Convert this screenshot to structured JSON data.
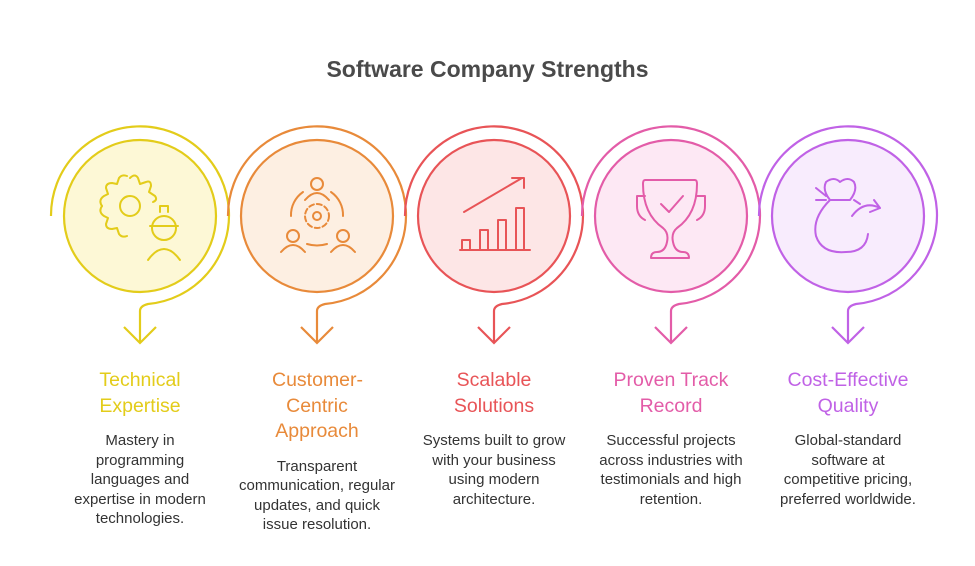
{
  "title": "Software Company Strengths",
  "items": [
    {
      "title": "Technical Expertise",
      "description": "Mastery in programming languages and expertise in modern technologies.",
      "icon": "gear-worker-icon",
      "color": "#e3cc1a",
      "fill": "#fdf8d6"
    },
    {
      "title": "Customer-Centric Approach",
      "description": "Transparent communication, regular updates, and quick issue resolution.",
      "icon": "team-gear-icon",
      "color": "#e88a3a",
      "fill": "#fdefe2"
    },
    {
      "title": "Scalable Solutions",
      "description": "Systems built to grow with your business using modern architecture.",
      "icon": "growth-chart-icon",
      "color": "#e85457",
      "fill": "#fde6e6"
    },
    {
      "title": "Proven Track Record",
      "description": "Successful projects across industries with testimonials and high retention.",
      "icon": "trophy-check-icon",
      "color": "#e35ca8",
      "fill": "#fde8f4"
    },
    {
      "title": "Cost-Effective Quality",
      "description": "Global-standard software at competitive pricing, preferred worldwide.",
      "icon": "money-bag-icon",
      "color": "#c062e6",
      "fill": "#f8ecfd"
    }
  ]
}
